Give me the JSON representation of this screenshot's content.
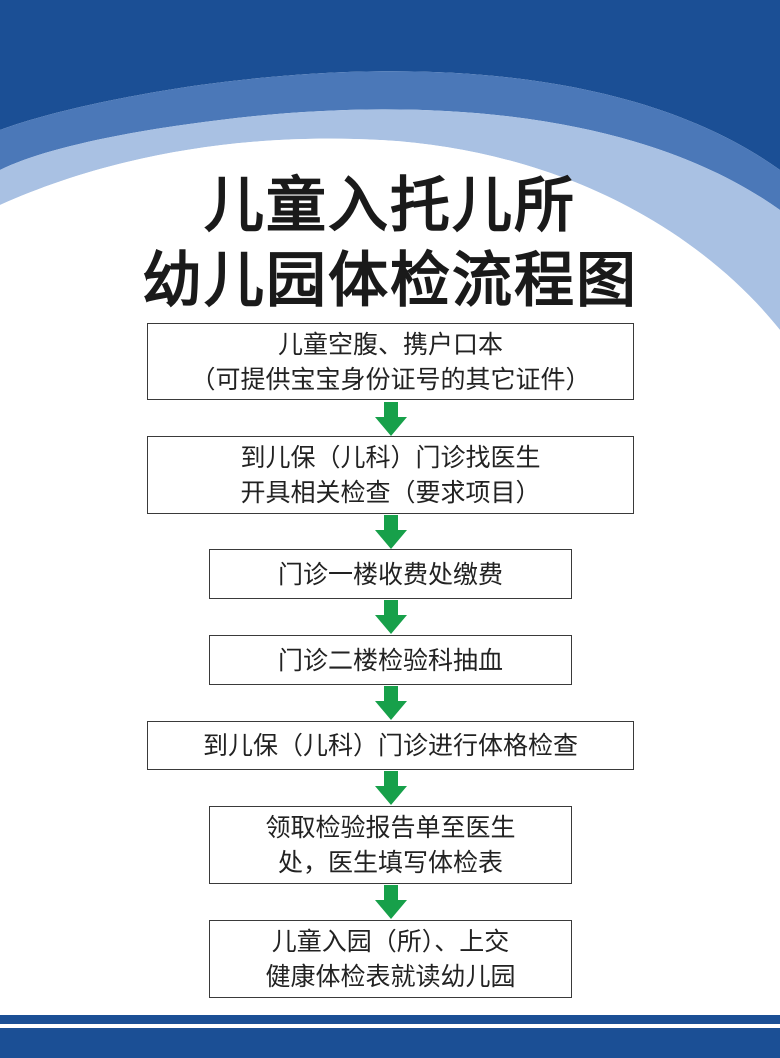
{
  "title": {
    "line1": "儿童入托儿所",
    "line2": "幼儿园体检流程图"
  },
  "steps": [
    {
      "line1": "儿童空腹、携户口本",
      "line2": "（可提供宝宝身份证号的其它证件）"
    },
    {
      "line1": "到儿保（儿科）门诊找医生",
      "line2": "开具相关检查（要求项目）"
    },
    {
      "line1": "门诊一楼收费处缴费"
    },
    {
      "line1": "门诊二楼检验科抽血"
    },
    {
      "line1": "到儿保（儿科）门诊进行体格检查"
    },
    {
      "line1": "领取检验报告单至医生",
      "line2": "处，医生填写体检表"
    },
    {
      "line1": "儿童入园（所）、上交",
      "line2": "健康体检表就读幼儿园"
    }
  ],
  "colors": {
    "header_dark_blue": "#1b4f95",
    "header_light_blue": "#a9c1e3",
    "arrow_green": "#17a04a",
    "box_border": "#3a3a3a"
  },
  "icons": {
    "connector": "down-arrow-icon"
  }
}
